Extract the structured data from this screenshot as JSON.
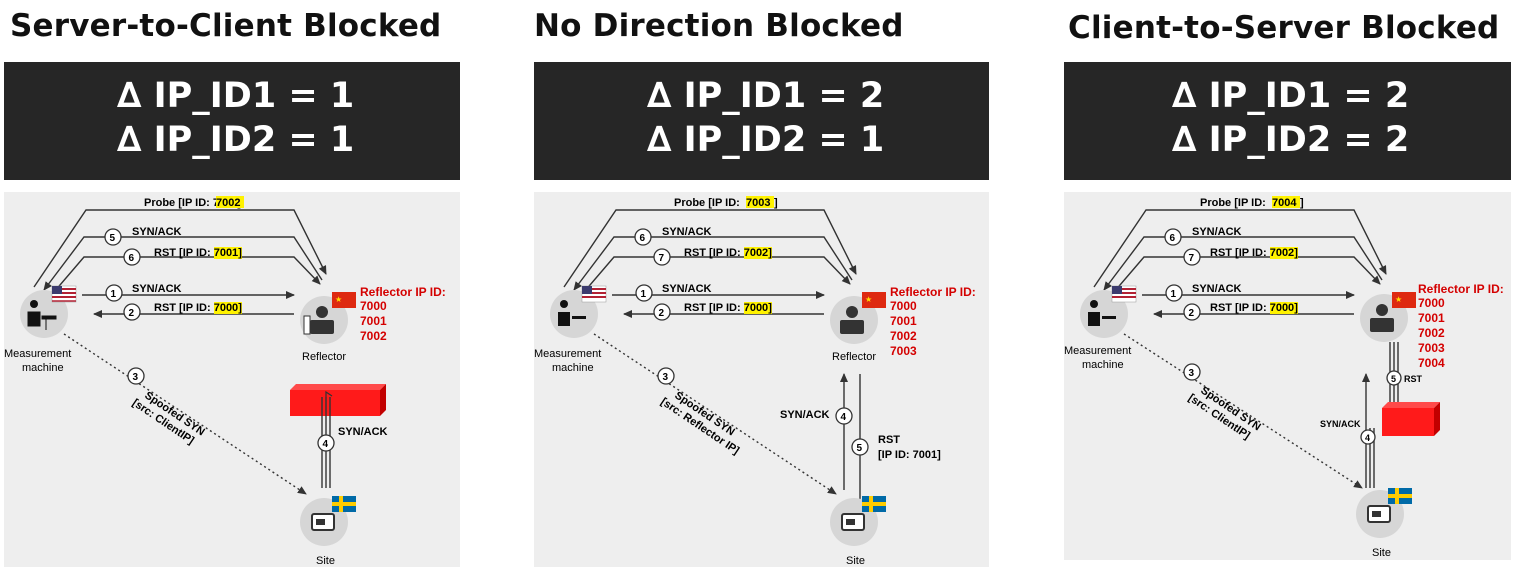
{
  "panels": [
    {
      "title": "Server-to-Client Blocked",
      "eq1": "∆ IP_ID1  =  1",
      "eq2": "∆ IP_ID2  =  1",
      "probe": {
        "prefix": "Probe [IP ID: ",
        "id": "7002",
        "suffix": "]"
      },
      "steps": [
        {
          "num": "5",
          "label": "SYN/ACK"
        },
        {
          "num": "6",
          "label": "RST [IP ID: ",
          "id": "7001",
          "suffix": "]"
        },
        {
          "num": "1",
          "label": "SYN/ACK"
        },
        {
          "num": "2",
          "label": "RST [IP ID: ",
          "id": "7000",
          "suffix": "]"
        }
      ],
      "reflector_header": "Reflector IP ID:",
      "reflector_ids": [
        "7000",
        "7001",
        "7002"
      ],
      "measurement_line1": "Measurement",
      "measurement_line2": "machine",
      "reflector_label": "Reflector",
      "site_label": "Site",
      "spoof_num": "3",
      "spoof_line1": "Spoofed SYN",
      "spoof_line2": "[src: ClientIP]",
      "extra": [
        {
          "num": "4",
          "label": "SYN/ACK"
        }
      ]
    },
    {
      "title": "No Direction Blocked",
      "eq1": "∆ IP_ID1  =  2",
      "eq2": "∆ IP_ID2  =  1",
      "probe": {
        "prefix": "Probe [IP ID: ",
        "id": "7003",
        "suffix": "]"
      },
      "steps": [
        {
          "num": "6",
          "label": "SYN/ACK"
        },
        {
          "num": "7",
          "label": "RST [IP ID: ",
          "id": "7002",
          "suffix": "]"
        },
        {
          "num": "1",
          "label": "SYN/ACK"
        },
        {
          "num": "2",
          "label": "RST [IP ID: ",
          "id": "7000",
          "suffix": "]"
        }
      ],
      "reflector_header": "Reflector IP ID:",
      "reflector_ids": [
        "7000",
        "7001",
        "7002",
        "7003"
      ],
      "measurement_line1": "Measurement",
      "measurement_line2": "machine",
      "reflector_label": "Reflector",
      "site_label": "Site",
      "spoof_num": "3",
      "spoof_line1": "Spoofed SYN",
      "spoof_line2": "[src: Reflector IP]",
      "extra": [
        {
          "num": "4",
          "label": "SYN/ACK"
        },
        {
          "num": "5",
          "label": "RST",
          "label2": "[IP ID: 7001]"
        }
      ]
    },
    {
      "title": "Client-to-Server Blocked",
      "eq1": "∆ IP_ID1  =  2",
      "eq2": "∆ IP_ID2  =  2",
      "probe": {
        "prefix": "Probe [IP ID: ",
        "id": "7004",
        "suffix": "]"
      },
      "steps": [
        {
          "num": "6",
          "label": "SYN/ACK"
        },
        {
          "num": "7",
          "label": "RST [IP ID: ",
          "id": "7002",
          "suffix": "]"
        },
        {
          "num": "1",
          "label": "SYN/ACK"
        },
        {
          "num": "2",
          "label": "RST [IP ID: ",
          "id": "7000",
          "suffix": "]"
        }
      ],
      "reflector_header": "Reflector IP ID:",
      "reflector_ids": [
        "7000",
        "7001",
        "7002",
        "7003",
        "7004"
      ],
      "measurement_line1": "Measurement",
      "measurement_line2": "machine",
      "reflector_label": "",
      "site_label": "Site",
      "spoof_num": "3",
      "spoof_line1": "Spoofed SYN",
      "spoof_line2": "[src: ClientIP]",
      "extra": [
        {
          "num": "5",
          "label": "RST"
        },
        {
          "num": "4",
          "label": "SYN/ACK"
        }
      ]
    }
  ]
}
